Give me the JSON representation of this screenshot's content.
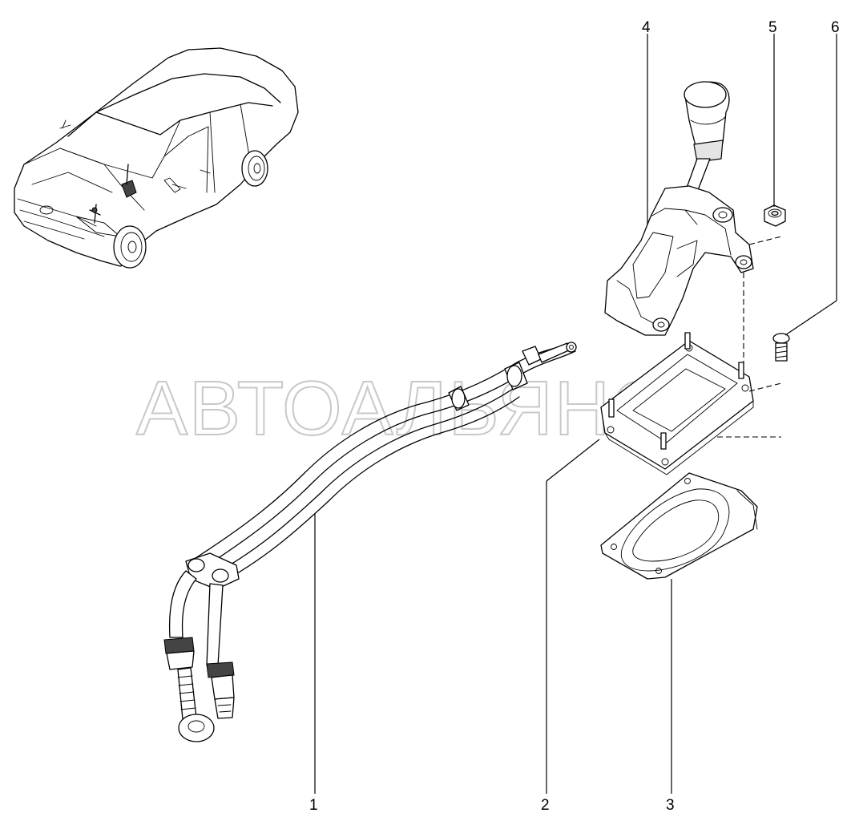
{
  "watermark": "АВТОАЛЬЯНС",
  "callouts": [
    {
      "id": "1",
      "label": "1"
    },
    {
      "id": "2",
      "label": "2"
    },
    {
      "id": "3",
      "label": "3"
    },
    {
      "id": "4",
      "label": "4"
    },
    {
      "id": "5",
      "label": "5"
    },
    {
      "id": "6",
      "label": "6"
    }
  ],
  "colors": {
    "line": "#000000",
    "background": "#ffffff",
    "watermark": "#c8c8c8",
    "shade": "#e4e4e4"
  }
}
